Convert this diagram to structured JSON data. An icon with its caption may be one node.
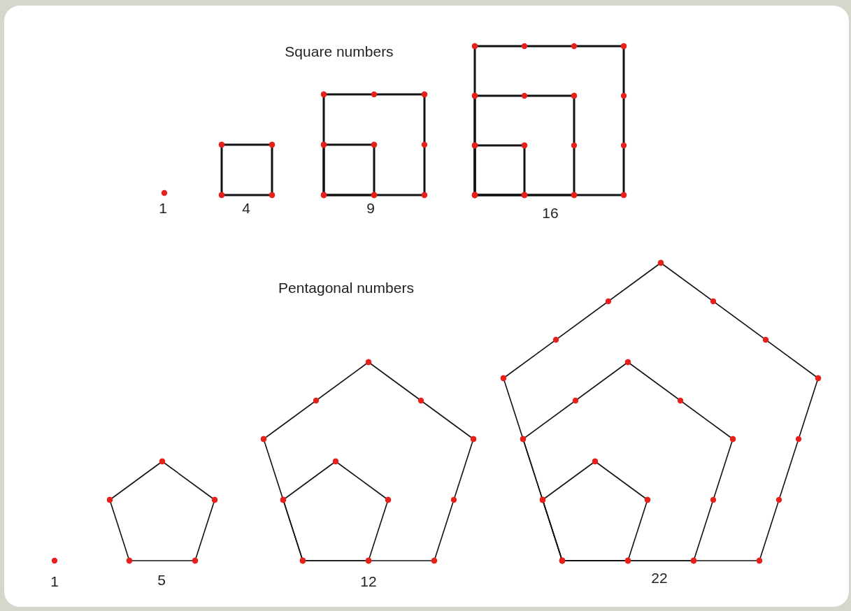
{
  "diagram": {
    "labels": [
      "Square numbers",
      "1",
      "4",
      "9",
      "16",
      "Pentagonal numbers",
      "1",
      "5",
      "12",
      "22"
    ]
  }
}
